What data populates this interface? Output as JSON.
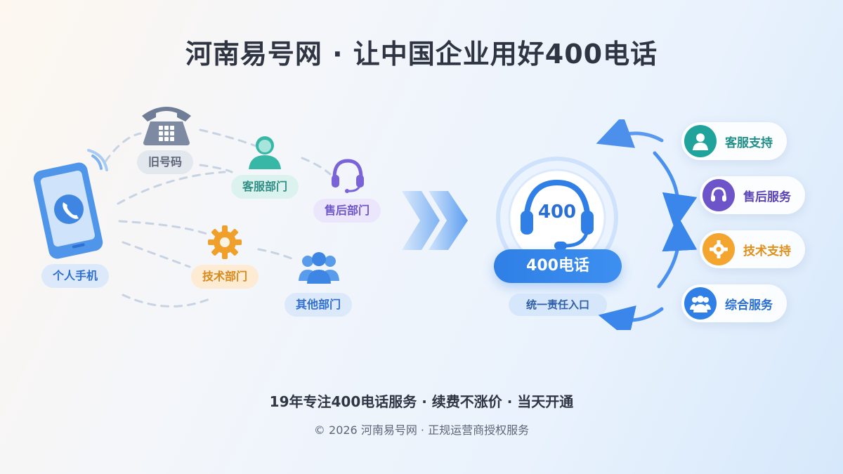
{
  "title": "河南易号网 · 让中国企业用好400电话",
  "left_nodes": {
    "mobile": "个人手机",
    "old_number": "旧号码",
    "customer_dept": "客服部门",
    "aftersales_dept": "售后部门",
    "tech_dept": "技术部门",
    "other_dept": "其他部门"
  },
  "center": {
    "headset_text": "400",
    "main_label": "400电话",
    "sub_label": "统一责任入口"
  },
  "services": [
    {
      "label": "客服支持",
      "color": "#1fa39a"
    },
    {
      "label": "售后服务",
      "color": "#6d54c9"
    },
    {
      "label": "技术支持",
      "color": "#e8961e"
    },
    {
      "label": "综合服务",
      "color": "#2f7fe6"
    }
  ],
  "tagline": "19年专注400电话服务 · 续费不涨价 · 当天开通",
  "footer": "© 2026 河南易号网 · 正规运营商授权服务"
}
